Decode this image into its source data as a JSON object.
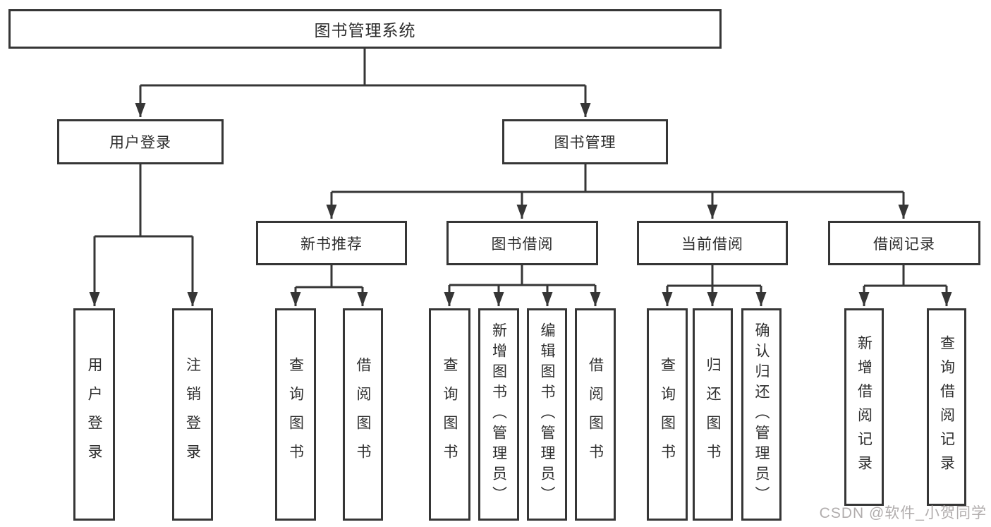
{
  "diagram": {
    "root_label": "图书管理系统",
    "branches": [
      {
        "label": "用户登录",
        "children": [
          {
            "label": "用户登录"
          },
          {
            "label": "注销登录"
          }
        ]
      },
      {
        "label": "图书管理",
        "children": [
          {
            "label": "新书推荐",
            "children": [
              {
                "label": "查询图书"
              },
              {
                "label": "借阅图书"
              }
            ]
          },
          {
            "label": "图书借阅",
            "children": [
              {
                "label": "查询图书"
              },
              {
                "label": "新增图书（管理员）"
              },
              {
                "label": "编辑图书（管理员）"
              },
              {
                "label": "借阅图书"
              }
            ]
          },
          {
            "label": "当前借阅",
            "children": [
              {
                "label": "查询图书"
              },
              {
                "label": "归还图书"
              },
              {
                "label": "确认归还（管理员）"
              }
            ]
          },
          {
            "label": "借阅记录",
            "children": [
              {
                "label": "新增借阅记录"
              },
              {
                "label": "查询借阅记录"
              }
            ]
          }
        ]
      }
    ]
  },
  "watermark": {
    "text": "CSDN @软件_小贺同学"
  },
  "colors": {
    "line": "#363636",
    "box_border": "#363636",
    "box_fill": "#ffffff",
    "text": "#2e2e2e",
    "watermark": "#b1adad",
    "background": "#ffffff"
  }
}
